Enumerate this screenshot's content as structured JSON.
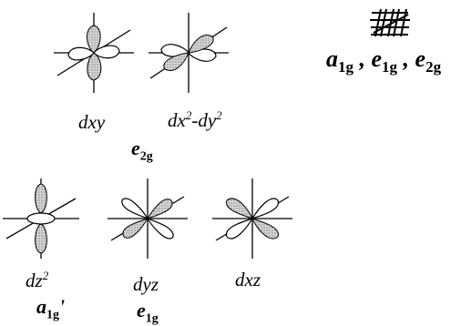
{
  "orbitals": {
    "dxy": "dxy",
    "dx2_dy2": {
      "a": "dx",
      "sup1": "2",
      "b": "-dy",
      "sup2": "2"
    },
    "dz2": {
      "a": "dz",
      "sup": "2"
    },
    "dyz": "dyz",
    "dxz": "dxz"
  },
  "symmetry": {
    "e2g": {
      "base": "e",
      "sub": "2g"
    },
    "a1g_prime": {
      "base": "a",
      "sub": "1g",
      "prime": "'"
    },
    "e1g": {
      "base": "e",
      "sub": "1g"
    }
  },
  "legend": {
    "a1g": {
      "base": "a",
      "sub": "1g"
    },
    "sep1": " , ",
    "e1g": {
      "base": "e",
      "sub": "1g"
    },
    "sep2": " , ",
    "e2g": {
      "base": "e",
      "sub": "2g"
    }
  },
  "colors": {
    "shaded_lobe": "#b8b8b8",
    "line": "#000000",
    "background": "#ffffff"
  }
}
